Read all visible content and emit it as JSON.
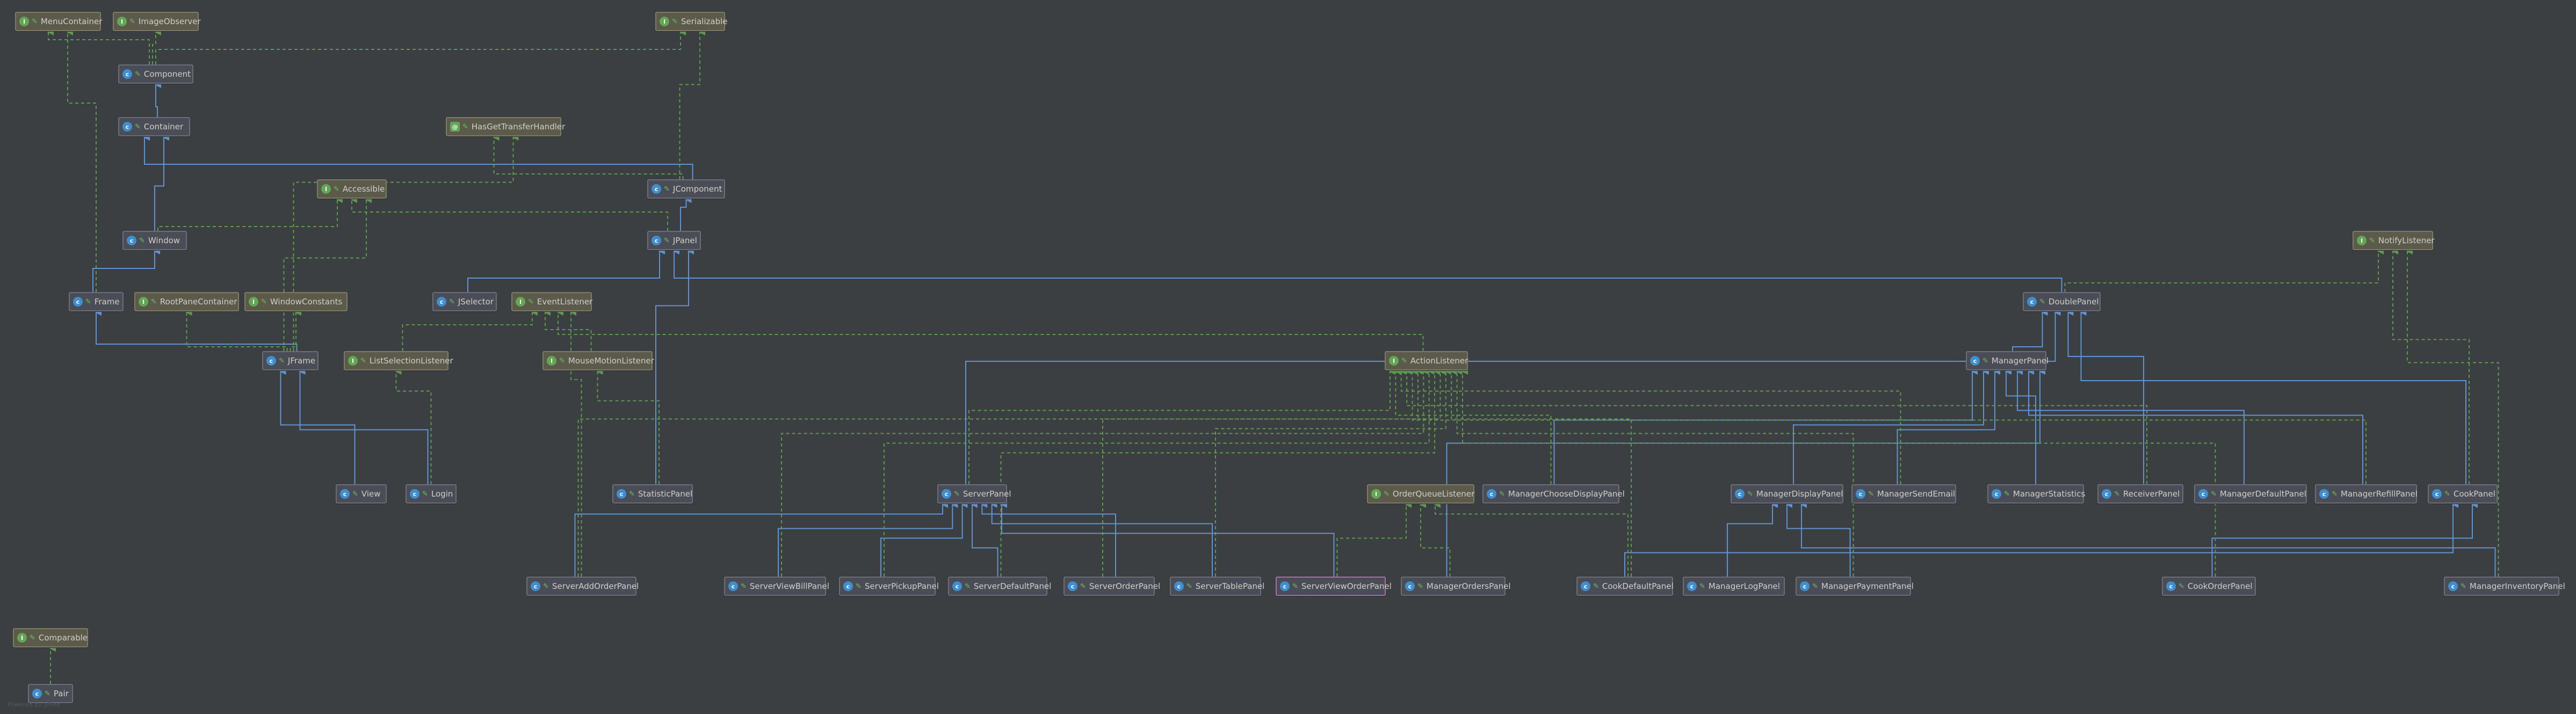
{
  "diagram": {
    "watermark": "Powered by yFiles",
    "nodes": [
      {
        "id": "MenuContainer",
        "label": "MenuContainer",
        "kind": "interface"
      },
      {
        "id": "ImageObserver",
        "label": "ImageObserver",
        "kind": "interface"
      },
      {
        "id": "Serializable",
        "label": "Serializable",
        "kind": "interface"
      },
      {
        "id": "Component",
        "label": "Component",
        "kind": "class"
      },
      {
        "id": "Container",
        "label": "Container",
        "kind": "class"
      },
      {
        "id": "HasGetTransferHandler",
        "label": "HasGetTransferHandler",
        "kind": "annotation"
      },
      {
        "id": "Accessible",
        "label": "Accessible",
        "kind": "interface"
      },
      {
        "id": "JComponent",
        "label": "JComponent",
        "kind": "class"
      },
      {
        "id": "Window",
        "label": "Window",
        "kind": "class"
      },
      {
        "id": "JPanel",
        "label": "JPanel",
        "kind": "class"
      },
      {
        "id": "NotifyListener",
        "label": "NotifyListener",
        "kind": "interface"
      },
      {
        "id": "Frame",
        "label": "Frame",
        "kind": "class"
      },
      {
        "id": "RootPaneContainer",
        "label": "RootPaneContainer",
        "kind": "interface"
      },
      {
        "id": "WindowConstants",
        "label": "WindowConstants",
        "kind": "interface"
      },
      {
        "id": "JSelector",
        "label": "JSelector",
        "kind": "class"
      },
      {
        "id": "EventListener",
        "label": "EventListener",
        "kind": "interface"
      },
      {
        "id": "DoublePanel",
        "label": "DoublePanel",
        "kind": "class"
      },
      {
        "id": "JFrame",
        "label": "JFrame",
        "kind": "class"
      },
      {
        "id": "ListSelectionListener",
        "label": "ListSelectionListener",
        "kind": "interface"
      },
      {
        "id": "MouseMotionListener",
        "label": "MouseMotionListener",
        "kind": "interface"
      },
      {
        "id": "ActionListener",
        "label": "ActionListener",
        "kind": "interface"
      },
      {
        "id": "ManagerPanel",
        "label": "ManagerPanel",
        "kind": "class"
      },
      {
        "id": "View",
        "label": "View",
        "kind": "class"
      },
      {
        "id": "Login",
        "label": "Login",
        "kind": "class"
      },
      {
        "id": "StatisticPanel",
        "label": "StatisticPanel",
        "kind": "class"
      },
      {
        "id": "ServerPanel",
        "label": "ServerPanel",
        "kind": "class"
      },
      {
        "id": "OrderQueueListener",
        "label": "OrderQueueListener",
        "kind": "interface"
      },
      {
        "id": "ManagerChooseDisplayPanel",
        "label": "ManagerChooseDisplayPanel",
        "kind": "class"
      },
      {
        "id": "ManagerDisplayPanel",
        "label": "ManagerDisplayPanel",
        "kind": "class"
      },
      {
        "id": "ManagerSendEmail",
        "label": "ManagerSendEmail",
        "kind": "class"
      },
      {
        "id": "ManagerStatistics",
        "label": "ManagerStatistics",
        "kind": "class"
      },
      {
        "id": "ReceiverPanel",
        "label": "ReceiverPanel",
        "kind": "class"
      },
      {
        "id": "ManagerDefaultPanel",
        "label": "ManagerDefaultPanel",
        "kind": "class"
      },
      {
        "id": "ManagerRefillPanel",
        "label": "ManagerRefillPanel",
        "kind": "class"
      },
      {
        "id": "CookPanel",
        "label": "CookPanel",
        "kind": "class"
      },
      {
        "id": "ServerAddOrderPanel",
        "label": "ServerAddOrderPanel",
        "kind": "class"
      },
      {
        "id": "ServerViewBillPanel",
        "label": "ServerViewBillPanel",
        "kind": "class"
      },
      {
        "id": "ServerPickupPanel",
        "label": "ServerPickupPanel",
        "kind": "class"
      },
      {
        "id": "ServerDefaultPanel",
        "label": "ServerDefaultPanel",
        "kind": "class"
      },
      {
        "id": "ServerOrderPanel",
        "label": "ServerOrderPanel",
        "kind": "class"
      },
      {
        "id": "ServerTablePanel",
        "label": "ServerTablePanel",
        "kind": "class"
      },
      {
        "id": "ServerViewOrderPanel",
        "label": "ServerViewOrderPanel",
        "kind": "class"
      },
      {
        "id": "ManagerOrdersPanel",
        "label": "ManagerOrdersPanel",
        "kind": "class"
      },
      {
        "id": "CookDefaultPanel",
        "label": "CookDefaultPanel",
        "kind": "class"
      },
      {
        "id": "ManagerLogPanel",
        "label": "ManagerLogPanel",
        "kind": "class"
      },
      {
        "id": "ManagerPaymentPanel",
        "label": "ManagerPaymentPanel",
        "kind": "class"
      },
      {
        "id": "CookOrderPanel",
        "label": "CookOrderPanel",
        "kind": "class"
      },
      {
        "id": "ManagerInventoryPanel",
        "label": "ManagerInventoryPanel",
        "kind": "class"
      },
      {
        "id": "Comparable",
        "label": "Comparable",
        "kind": "interface"
      },
      {
        "id": "Pair",
        "label": "Pair",
        "kind": "class"
      }
    ],
    "edges": [
      {
        "from": "Component",
        "to": "MenuContainer",
        "type": "implements"
      },
      {
        "from": "Component",
        "to": "ImageObserver",
        "type": "implements"
      },
      {
        "from": "Component",
        "to": "Serializable",
        "type": "implements"
      },
      {
        "from": "Container",
        "to": "Component",
        "type": "extends"
      },
      {
        "from": "JComponent",
        "to": "Container",
        "type": "extends"
      },
      {
        "from": "JComponent",
        "to": "Serializable",
        "type": "implements"
      },
      {
        "from": "JComponent",
        "to": "HasGetTransferHandler",
        "type": "implements"
      },
      {
        "from": "Window",
        "to": "Container",
        "type": "extends"
      },
      {
        "from": "Window",
        "to": "Accessible",
        "type": "implements"
      },
      {
        "from": "JPanel",
        "to": "JComponent",
        "type": "extends"
      },
      {
        "from": "JPanel",
        "to": "Accessible",
        "type": "implements"
      },
      {
        "from": "Frame",
        "to": "Window",
        "type": "extends"
      },
      {
        "from": "Frame",
        "to": "MenuContainer",
        "type": "implements"
      },
      {
        "from": "JSelector",
        "to": "JPanel",
        "type": "extends"
      },
      {
        "from": "JFrame",
        "to": "Frame",
        "type": "extends"
      },
      {
        "from": "JFrame",
        "to": "Accessible",
        "type": "implements"
      },
      {
        "from": "JFrame",
        "to": "RootPaneContainer",
        "type": "implements"
      },
      {
        "from": "JFrame",
        "to": "WindowConstants",
        "type": "implements"
      },
      {
        "from": "JFrame",
        "to": "HasGetTransferHandler",
        "type": "implements"
      },
      {
        "from": "ListSelectionListener",
        "to": "EventListener",
        "type": "extends"
      },
      {
        "from": "MouseMotionListener",
        "to": "EventListener",
        "type": "extends"
      },
      {
        "from": "ActionListener",
        "to": "EventListener",
        "type": "extends"
      },
      {
        "from": "DoublePanel",
        "to": "JPanel",
        "type": "extends"
      },
      {
        "from": "DoublePanel",
        "to": "NotifyListener",
        "type": "implements"
      },
      {
        "from": "ManagerPanel",
        "to": "DoublePanel",
        "type": "extends"
      },
      {
        "from": "View",
        "to": "JFrame",
        "type": "extends"
      },
      {
        "from": "Login",
        "to": "JFrame",
        "type": "extends"
      },
      {
        "from": "Login",
        "to": "ListSelectionListener",
        "type": "implements"
      },
      {
        "from": "StatisticPanel",
        "to": "JPanel",
        "type": "extends"
      },
      {
        "from": "StatisticPanel",
        "to": "MouseMotionListener",
        "type": "implements"
      },
      {
        "from": "ServerPanel",
        "to": "DoublePanel",
        "type": "extends"
      },
      {
        "from": "ServerPanel",
        "to": "ActionListener",
        "type": "implements"
      },
      {
        "from": "ManagerChooseDisplayPanel",
        "to": "ActionListener",
        "type": "implements"
      },
      {
        "from": "ManagerChooseDisplayPanel",
        "to": "ManagerPanel",
        "type": "extends"
      },
      {
        "from": "ManagerDisplayPanel",
        "to": "ManagerPanel",
        "type": "extends"
      },
      {
        "from": "ManagerSendEmail",
        "to": "ManagerPanel",
        "type": "extends"
      },
      {
        "from": "ManagerSendEmail",
        "to": "ActionListener",
        "type": "implements"
      },
      {
        "from": "ManagerStatistics",
        "to": "ManagerPanel",
        "type": "extends"
      },
      {
        "from": "ReceiverPanel",
        "to": "DoublePanel",
        "type": "extends"
      },
      {
        "from": "ReceiverPanel",
        "to": "ActionListener",
        "type": "implements"
      },
      {
        "from": "ManagerDefaultPanel",
        "to": "ManagerPanel",
        "type": "extends"
      },
      {
        "from": "ManagerRefillPanel",
        "to": "ManagerPanel",
        "type": "extends"
      },
      {
        "from": "ManagerRefillPanel",
        "to": "ActionListener",
        "type": "implements"
      },
      {
        "from": "CookPanel",
        "to": "DoublePanel",
        "type": "extends"
      },
      {
        "from": "CookPanel",
        "to": "NotifyListener",
        "type": "implements"
      },
      {
        "from": "ServerAddOrderPanel",
        "to": "ServerPanel",
        "type": "extends"
      },
      {
        "from": "ServerAddOrderPanel",
        "to": "ActionListener",
        "type": "implements"
      },
      {
        "from": "ServerAddOrderPanel",
        "to": "EventListener",
        "type": "implements"
      },
      {
        "from": "ServerViewBillPanel",
        "to": "ServerPanel",
        "type": "extends"
      },
      {
        "from": "ServerViewBillPanel",
        "to": "ActionListener",
        "type": "implements"
      },
      {
        "from": "ServerPickupPanel",
        "to": "ServerPanel",
        "type": "extends"
      },
      {
        "from": "ServerPickupPanel",
        "to": "ActionListener",
        "type": "implements"
      },
      {
        "from": "ServerDefaultPanel",
        "to": "ServerPanel",
        "type": "extends"
      },
      {
        "from": "ServerDefaultPanel",
        "to": "ActionListener",
        "type": "implements"
      },
      {
        "from": "ServerOrderPanel",
        "to": "ServerPanel",
        "type": "extends"
      },
      {
        "from": "ServerOrderPanel",
        "to": "ActionListener",
        "type": "implements"
      },
      {
        "from": "ServerTablePanel",
        "to": "ServerPanel",
        "type": "extends"
      },
      {
        "from": "ServerTablePanel",
        "to": "ActionListener",
        "type": "implements"
      },
      {
        "from": "ServerViewOrderPanel",
        "to": "ServerPanel",
        "type": "extends"
      },
      {
        "from": "ServerViewOrderPanel",
        "to": "OrderQueueListener",
        "type": "implements"
      },
      {
        "from": "ManagerOrdersPanel",
        "to": "ManagerPanel",
        "type": "extends"
      },
      {
        "from": "ManagerOrdersPanel",
        "to": "OrderQueueListener",
        "type": "implements"
      },
      {
        "from": "CookDefaultPanel",
        "to": "CookPanel",
        "type": "extends"
      },
      {
        "from": "CookDefaultPanel",
        "to": "OrderQueueListener",
        "type": "implements"
      },
      {
        "from": "CookDefaultPanel",
        "to": "ActionListener",
        "type": "implements"
      },
      {
        "from": "ManagerLogPanel",
        "to": "ManagerDisplayPanel",
        "type": "extends"
      },
      {
        "from": "ManagerPaymentPanel",
        "to": "ManagerDisplayPanel",
        "type": "extends"
      },
      {
        "from": "ManagerPaymentPanel",
        "to": "ActionListener",
        "type": "implements"
      },
      {
        "from": "CookOrderPanel",
        "to": "CookPanel",
        "type": "extends"
      },
      {
        "from": "CookOrderPanel",
        "to": "ActionListener",
        "type": "implements"
      },
      {
        "from": "ManagerInventoryPanel",
        "to": "ManagerDisplayPanel",
        "type": "extends"
      },
      {
        "from": "ManagerInventoryPanel",
        "to": "NotifyListener",
        "type": "implements"
      },
      {
        "from": "Pair",
        "to": "Comparable",
        "type": "implements"
      }
    ]
  }
}
